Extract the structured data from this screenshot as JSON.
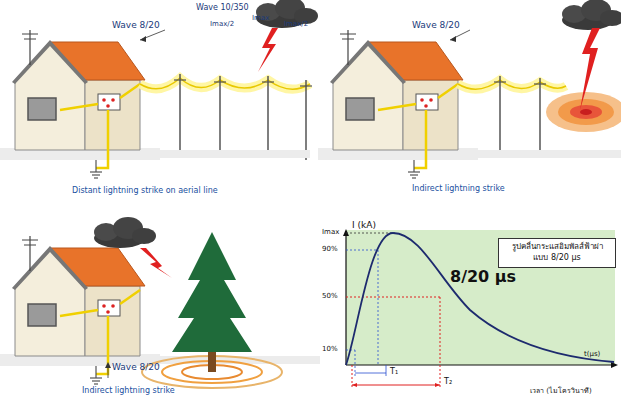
{
  "diagram": {
    "nodes": [
      {
        "text": [
          "รูปคลื่นกระแสอิมพัลส์ฟ้าผ่า แบบ 8/20 µs"
        ]
      }
    ],
    "edges": [],
    "labels": [
      "Wave 8/20",
      "Wave 10/350",
      "Imax/2",
      "Imax",
      "Imax/2",
      "Distant lightning strike on aerial line",
      "Wave 8/20",
      "Indirect lightning strike",
      "Wave 8/20",
      "Indirect lightning strike",
      "I (kA)",
      "Imax",
      "90%",
      "50%",
      "10%",
      "8/20 µs",
      "T₁",
      "T₂",
      "t(µs)",
      "เวลา (ไมโครวินาที)"
    ]
  }
}
